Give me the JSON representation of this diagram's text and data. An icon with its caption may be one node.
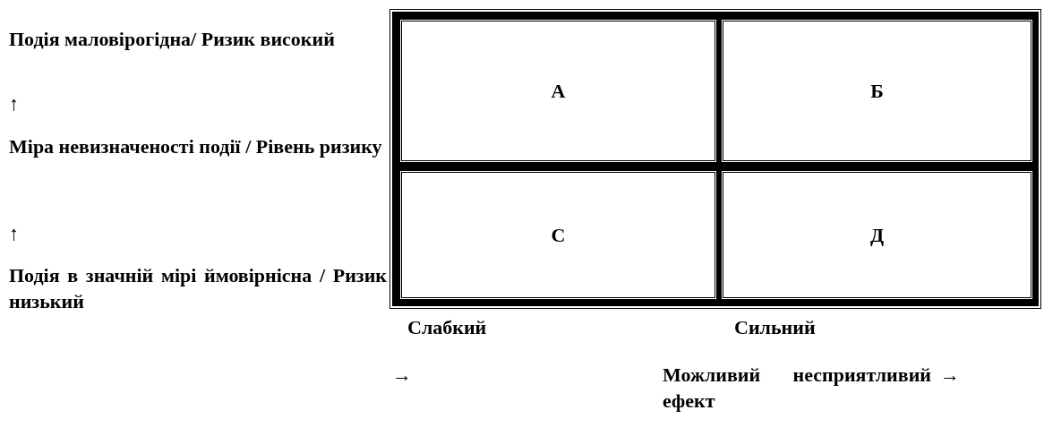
{
  "diagram": {
    "nodes": [
      {
        "text": [],
        "shape": "box"
      },
      {
        "text": [
          "А"
        ],
        "in": 0
      },
      {
        "text": [
          "Б"
        ],
        "in": 0
      },
      {
        "text": [
          "С"
        ],
        "in": 0
      },
      {
        "text": [
          "Д"
        ],
        "in": 0
      }
    ],
    "labels": [
      "Подія маловірогідна/ Ризик високий",
      "↑",
      "Міра невизначеності події / Рівень ризику",
      "↑",
      "Подія в значній мірі ймовірнісна / Ризик низький",
      "Слабкий",
      "Сильний",
      "→",
      "Можливий несприятливий ефект",
      "→"
    ]
  }
}
